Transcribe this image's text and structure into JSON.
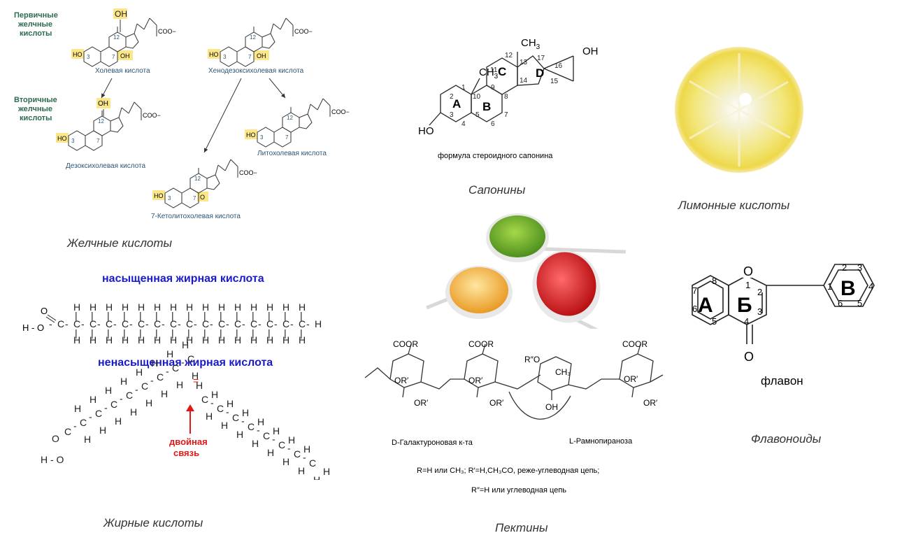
{
  "bile": {
    "caption": "Желчные кислоты",
    "primary_label": [
      "Первичные",
      "желчные",
      "кислоты"
    ],
    "secondary_label": [
      "Вторичные",
      "желчные",
      "кислоты"
    ],
    "names": {
      "cholic": "Холевая кислота",
      "chenodeoxycholic": "Хенодезоксихолевая кислота",
      "deoxycholic": "Дезоксихолевая кислота",
      "lithocholic": "Литохолевая кислота",
      "ketolithocholic": "7-Кетолитохолевая кислота"
    },
    "atoms": {
      "oh": "OH",
      "ho": "HO",
      "coo": "COO−",
      "o": "O",
      "n3": "3",
      "n7": "7",
      "n12": "12"
    }
  },
  "saponin": {
    "caption": "Сапонины",
    "subtitle": "формула стероидного сапонина",
    "ring_labels": [
      "A",
      "B",
      "C",
      "D"
    ],
    "atoms": {
      "oh": "OH",
      "ho": "HO",
      "ch3": "CH",
      "sub3": "3"
    },
    "numbers": [
      "1",
      "2",
      "3",
      "4",
      "5",
      "6",
      "7",
      "8",
      "9",
      "10",
      "11",
      "12",
      "13",
      "14",
      "15",
      "16",
      "17"
    ]
  },
  "citric": {
    "caption": "Лимонные кислоты"
  },
  "fatty": {
    "caption": "Жирные кислоты",
    "saturated_title": "насыщенная жирная кислота",
    "unsaturated_title": "ненасыщенная жирная кислота",
    "double_bond_label": [
      "двойная",
      "связь"
    ],
    "atoms": {
      "o": "O",
      "ho": "H - O",
      "h": "H",
      "c": "C"
    }
  },
  "pectin": {
    "caption": "Пектины",
    "galacturonic": "D-Галактуроновая к-та",
    "rhamnopyranose": "L-Рамнопираноза",
    "legend1": "R=H или CH₃; R′=H,CH₃CO, реже-углеводная цепь;",
    "legend2": "R″=H  или  углеводная цепь",
    "atoms": {
      "coor": "COOR",
      "or": "OR′",
      "oh": "OH",
      "ch3": "CH₃",
      "r2o": "R″O"
    }
  },
  "flavone": {
    "caption": "Флавоноиды",
    "name": "флавон",
    "rings": [
      "А",
      "Б",
      "В"
    ],
    "atoms": {
      "o": "O"
    },
    "numbers": [
      "1",
      "2",
      "3",
      "4",
      "5",
      "6",
      "7",
      "8",
      "1",
      "2",
      "3",
      "4",
      "5",
      "6"
    ]
  },
  "colors": {
    "blue_title": "#1a1acc",
    "red": "#e01818",
    "highlight": "#fbe78a",
    "green_label": "#2e6b4e"
  }
}
